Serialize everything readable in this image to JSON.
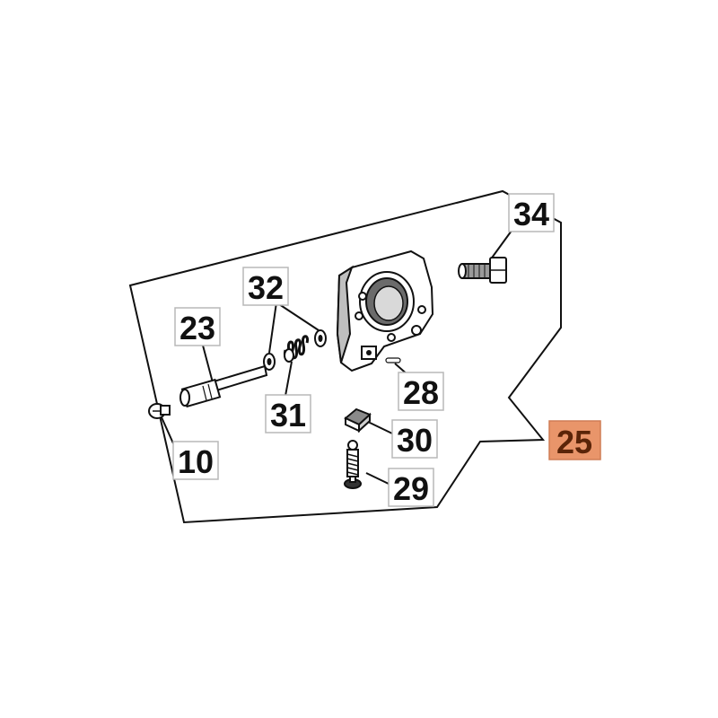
{
  "labels": {
    "p10": "10",
    "p23": "23",
    "p25": "25",
    "p28": "28",
    "p29": "29",
    "p30": "30",
    "p31": "31",
    "p32": "32",
    "p34": "34"
  },
  "colors": {
    "highlight_fill": "#e9956a",
    "highlight_text": "#5a2408",
    "label_border": "#b8b8b8",
    "line": "#111111"
  }
}
